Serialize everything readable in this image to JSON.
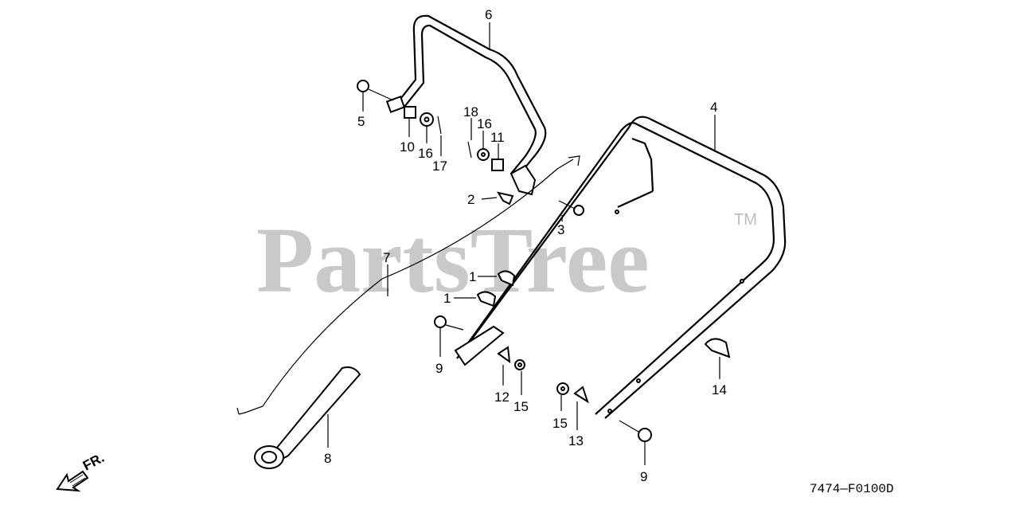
{
  "watermark": {
    "text": "PartsTree",
    "trademark": "TM"
  },
  "diagram_code": "7474—F0100D",
  "direction": {
    "label": "FR.",
    "icon": "arrow-front-icon"
  },
  "callouts": [
    "6",
    "5",
    "10",
    "16",
    "17",
    "18",
    "16",
    "11",
    "4",
    "2",
    "3",
    "7",
    "1",
    "1",
    "9",
    "12",
    "15",
    "14",
    "15",
    "13",
    "8",
    "9"
  ],
  "colors": {
    "ink": "#000000",
    "watermark": "#c9c9c9",
    "background": "#ffffff"
  }
}
